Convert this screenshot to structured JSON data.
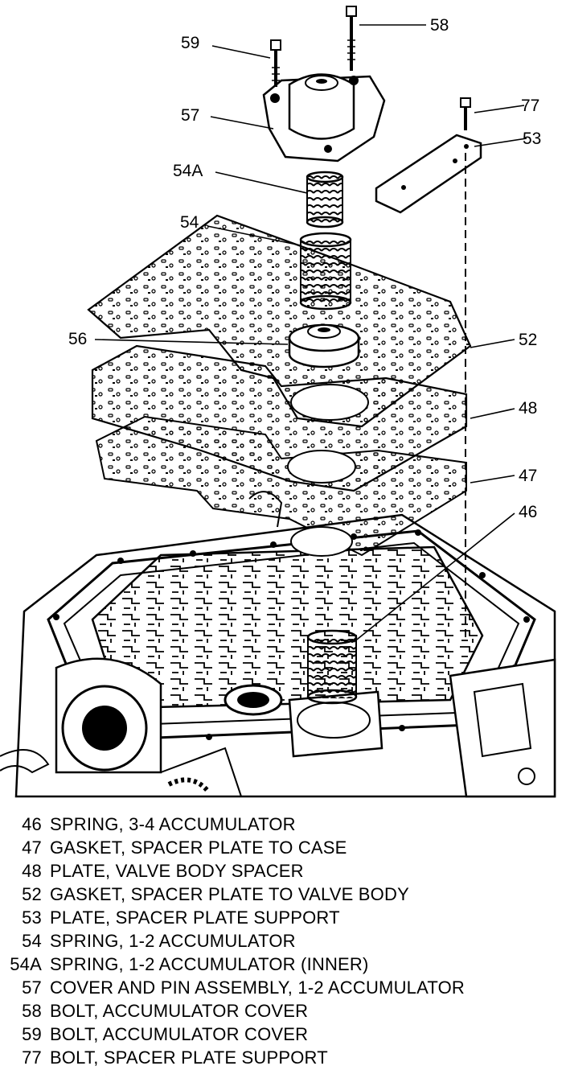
{
  "callouts": {
    "c59": "59",
    "c58": "58",
    "c57": "57",
    "c77": "77",
    "c53": "53",
    "c54a": "54A",
    "c54": "54",
    "c56": "56",
    "c52": "52",
    "c48": "48",
    "c47": "47",
    "c46": "46"
  },
  "legend": [
    {
      "num": "46",
      "text": "SPRING, 3-4 ACCUMULATOR"
    },
    {
      "num": "47",
      "text": "GASKET, SPACER PLATE TO CASE"
    },
    {
      "num": "48",
      "text": "PLATE, VALVE BODY SPACER"
    },
    {
      "num": "52",
      "text": "GASKET, SPACER PLATE TO VALVE BODY"
    },
    {
      "num": "53",
      "text": "PLATE, SPACER PLATE SUPPORT"
    },
    {
      "num": "54",
      "text": "SPRING, 1-2 ACCUMULATOR"
    },
    {
      "num": "54A",
      "text": "SPRING, 1-2 ACCUMULATOR (INNER)"
    },
    {
      "num": "57",
      "text": "COVER AND PIN ASSEMBLY, 1-2 ACCUMULATOR"
    },
    {
      "num": "58",
      "text": "BOLT, ACCUMULATOR COVER"
    },
    {
      "num": "59",
      "text": "BOLT, ACCUMULATOR COVER"
    },
    {
      "num": "77",
      "text": "BOLT, SPACER PLATE SUPPORT"
    }
  ]
}
